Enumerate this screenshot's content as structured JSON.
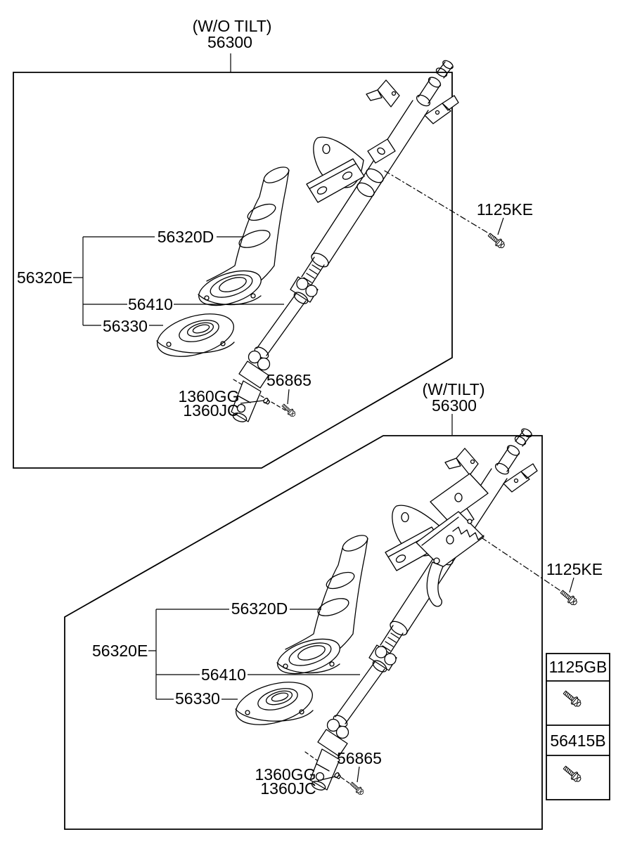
{
  "d1": {
    "variant": "(W/O TILT)",
    "assembly_number": "56300",
    "parts": {
      "p56320D": "56320D",
      "p56320E": "56320E",
      "p56410": "56410",
      "p56330": "56330",
      "p1125KE": "1125KE",
      "p56865": "56865",
      "p1360GG": "1360GG",
      "p1360JC": "1360JC"
    }
  },
  "d2": {
    "variant": "(W/TILT)",
    "assembly_number": "56300",
    "parts": {
      "p56320D": "56320D",
      "p56320E": "56320E",
      "p56410": "56410",
      "p56330": "56330",
      "p1125KE": "1125KE",
      "p56865": "56865",
      "p1360GG": "1360GG",
      "p1360JC": "1360JC"
    }
  },
  "parts_table": {
    "rows": [
      {
        "part_number": "1125GB",
        "icon": "flange-bolt"
      },
      {
        "part_number": "56415B",
        "icon": "flange-bolt"
      }
    ]
  },
  "colors": {
    "line": "#000000",
    "background": "#ffffff"
  }
}
